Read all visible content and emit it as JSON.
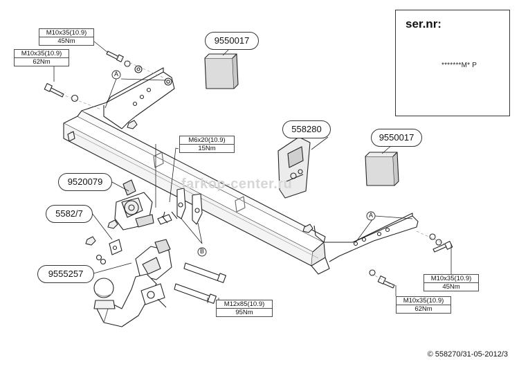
{
  "specs": {
    "top_bolt_1": {
      "size": "M10x35(10.9)",
      "torque": "45Nm"
    },
    "top_bolt_2": {
      "size": "M10x35(10.9)",
      "torque": "62Nm"
    },
    "mid_bolt": {
      "size": "M6x20(10.9)",
      "torque": "15Nm"
    },
    "right_bolt_1": {
      "size": "M10x35(10.9)",
      "torque": "45Nm"
    },
    "right_bolt_2": {
      "size": "M10x35(10.9)",
      "torque": "62Nm"
    },
    "main_bolt": {
      "size": "M12x85(10.9)",
      "torque": "95Nm"
    }
  },
  "parts": {
    "bag_top": "9550017",
    "bag_right": "9550017",
    "plate": "558280",
    "socket": "9520079",
    "bracket": "5582/7",
    "towball": "9555257"
  },
  "callouts": {
    "a": "A",
    "b": "B"
  },
  "serial_box": {
    "title": "ser.nr:",
    "serial": "*******M* P"
  },
  "watermark": "farkop-center.ru",
  "copyright": "© 558270/31-05-2012/3"
}
